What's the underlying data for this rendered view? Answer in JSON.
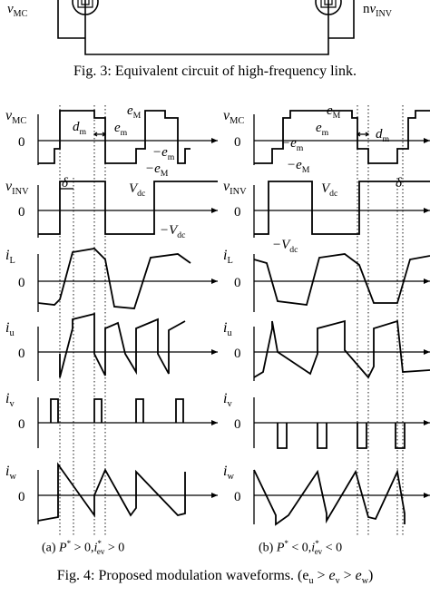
{
  "circuit_top": {
    "left_label": "v",
    "left_label_sub": "MC",
    "right_label": "nv",
    "right_label_sub": "INV"
  },
  "fig3_caption": "Fig. 3: Equivalent circuit of high-frequency link.",
  "fig4_caption_text": "Fig. 4: Proposed modulation waveforms. (e",
  "fig4_caption_sub_u": "u",
  "fig4_caption_gt1": " > e",
  "fig4_caption_sub_v": "v",
  "fig4_caption_gt2": " > e",
  "fig4_caption_sub_w": "w",
  "fig4_caption_close": ")",
  "panel_a": {
    "tag": "(a)",
    "cond_p": "P* > 0,",
    "cond_i": "i",
    "cond_i_sub": "ev",
    "cond_i_sup": "*",
    "cond_rel": " > 0"
  },
  "panel_b": {
    "tag": "(b)",
    "cond_p": "P* < 0,",
    "cond_i": "i",
    "cond_i_sub": "ev",
    "cond_i_sup": "*",
    "cond_rel": " < 0"
  },
  "rows": [
    {
      "symbol": "v",
      "sub": "MC",
      "zero": "0"
    },
    {
      "symbol": "v",
      "sub": "INV",
      "zero": "0"
    },
    {
      "symbol": "i",
      "sub": "L",
      "zero": "0"
    },
    {
      "symbol": "i",
      "sub": "u",
      "zero": "0"
    },
    {
      "symbol": "i",
      "sub": "v",
      "zero": "0"
    },
    {
      "symbol": "i",
      "sub": "w",
      "zero": "0"
    }
  ],
  "annotations": {
    "eM": "e",
    "eM_sub": "M",
    "em": "e",
    "em_sub": "m",
    "neg_em": "−e",
    "neg_em_sub": "m",
    "neg_eM": "−e",
    "neg_eM_sub": "M",
    "dm": "d",
    "dm_sub": "m",
    "delta": "δ",
    "vdc": "V",
    "vdc_sub": "dc",
    "neg_vdc": "−V",
    "neg_vdc_sub": "dc"
  },
  "colors": {
    "ink": "#000000",
    "background": "#ffffff"
  }
}
